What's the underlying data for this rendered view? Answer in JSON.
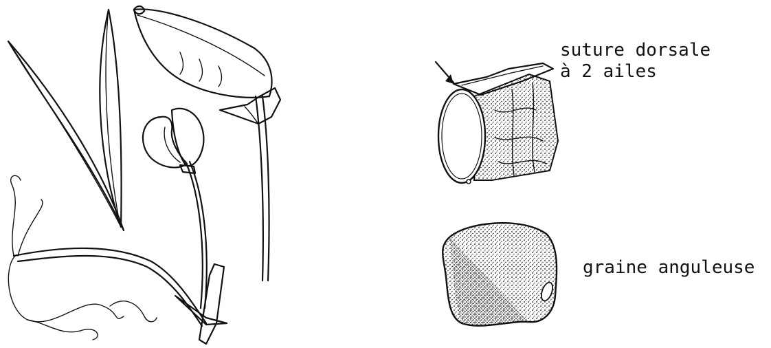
{
  "labels": {
    "suture_line1": "suture dorsale",
    "suture_line2": "à 2 ailes",
    "graine": "graine anguleuse"
  },
  "colors": {
    "ink": "#111111",
    "background": "#ffffff"
  }
}
